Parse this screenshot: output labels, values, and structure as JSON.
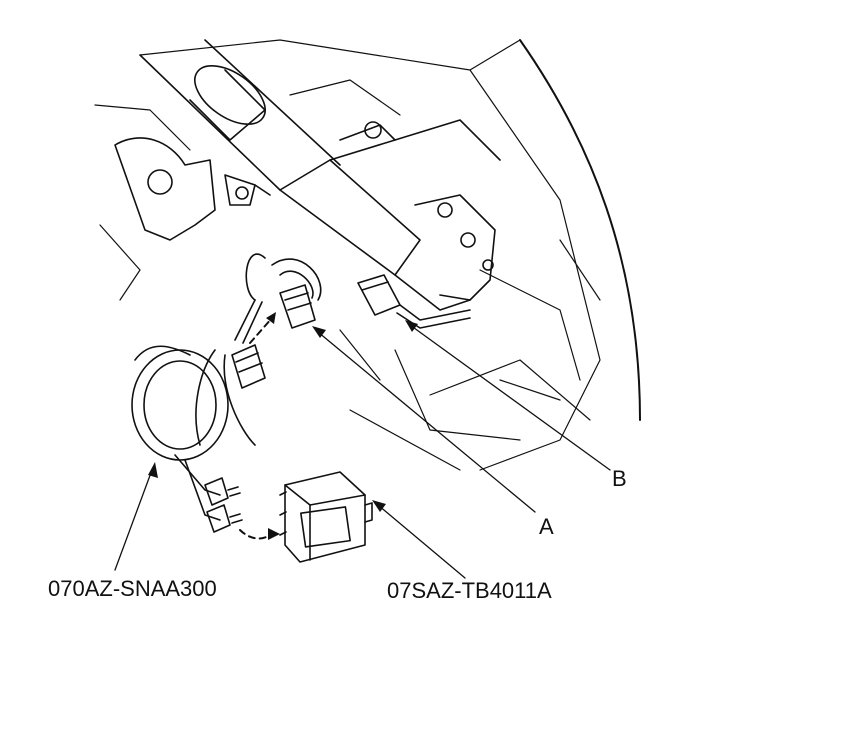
{
  "callouts": {
    "b": "B",
    "a": "A",
    "harness_part_number": "070AZ-SNAA300",
    "box_part_number": "07SAZ-TB4011A"
  },
  "colors": {
    "line": "#111111",
    "background": "#ffffff"
  }
}
